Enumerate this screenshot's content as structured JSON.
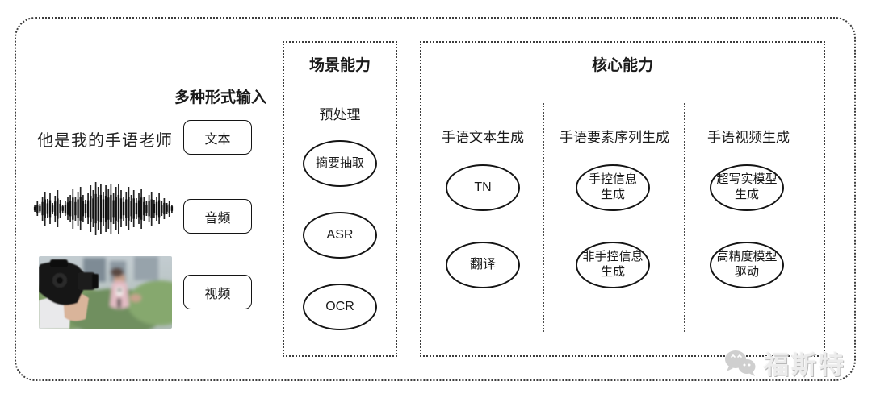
{
  "inputs": {
    "title": "多种形式输入",
    "text_example": "他是我的手语老师",
    "modes": [
      {
        "label": "文本"
      },
      {
        "label": "音频"
      },
      {
        "label": "视频"
      }
    ],
    "waveform_amplitudes": [
      4,
      9,
      6,
      15,
      21,
      12,
      19,
      7,
      16,
      23,
      11,
      5,
      9,
      14,
      17,
      25,
      15,
      21,
      27,
      17,
      11,
      19,
      29,
      23,
      33,
      27,
      31,
      21,
      29,
      25,
      31,
      19,
      27,
      31,
      23,
      15,
      21,
      27,
      17,
      23,
      13,
      19,
      25,
      15,
      9,
      17,
      21,
      11,
      15,
      19,
      9,
      13,
      7,
      10,
      5
    ],
    "photo_description": "cameraman-filming-reporter"
  },
  "scene": {
    "title": "场景能力",
    "subtitle": "预处理",
    "nodes": [
      "摘要抽取",
      "ASR",
      "OCR"
    ]
  },
  "core": {
    "title": "核心能力",
    "columns": [
      {
        "header": "手语文本生成",
        "nodes": [
          "TN",
          "翻译"
        ]
      },
      {
        "header": "手语要素序列生成",
        "nodes": [
          "手控信息\n生成",
          "非手控信息\n生成"
        ]
      },
      {
        "header": "手语视频生成",
        "nodes": [
          "超写实模型\n生成",
          "高精度模型\n驱动"
        ]
      }
    ]
  },
  "watermark": {
    "label": "福斯特",
    "logo": "wechat-icon"
  },
  "colors": {
    "line": "#141414",
    "dotted_border": "#3c3c3c",
    "watermark_gray": "#cccccc"
  }
}
